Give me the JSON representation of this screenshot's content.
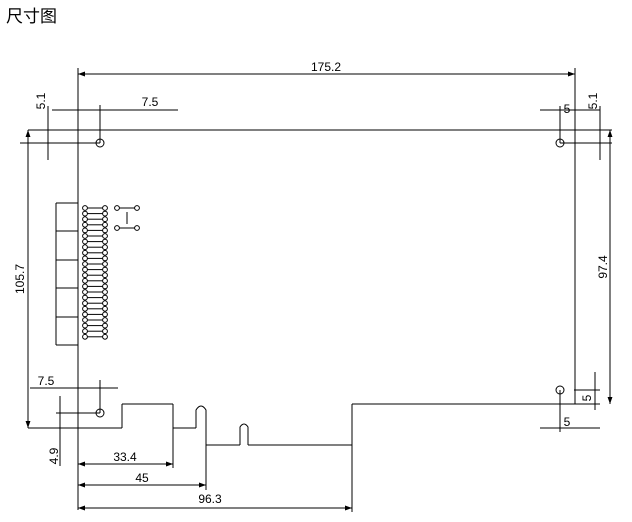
{
  "title": "尺寸图",
  "dimensions": {
    "overall_width": "175.2",
    "height_left": "105.7",
    "height_right": "97.4",
    "top_hole_offset_left": "5.1",
    "top_hole_offset_right": "5.1",
    "top_left_hole_x": "7.5",
    "top_right_hole_x": "5",
    "bottom_left_hole_x": "7.5",
    "bottom_right_hole_x": "5",
    "bottom_right_hole_y": "5",
    "bottom_left_hole_y": "4.9",
    "slot_1": "33.4",
    "slot_2": "45",
    "connector_end": "96.3"
  },
  "colors": {
    "line": "#000000",
    "background": "#ffffff"
  }
}
